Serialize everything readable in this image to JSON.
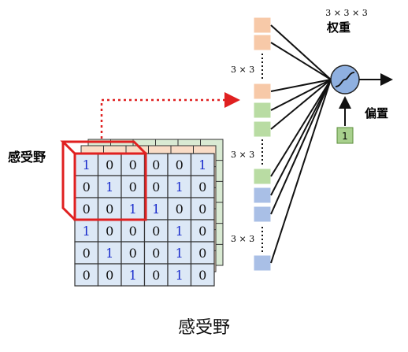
{
  "receptive_field_label": "感受野",
  "weights_dims": "3 × 3 × 3",
  "weights_label": "权重",
  "bias_label": "偏置",
  "bias_value": "1",
  "group_labels": [
    "3 × 3",
    "3 × 3",
    "3 × 3"
  ],
  "caption": "感受野",
  "matrix_front": [
    [
      "1",
      "0",
      "0",
      "0",
      "0",
      "1"
    ],
    [
      "0",
      "1",
      "0",
      "0",
      "1",
      "0"
    ],
    [
      "0",
      "0",
      "1",
      "1",
      "0",
      "0"
    ],
    [
      "1",
      "0",
      "0",
      "0",
      "1",
      "0"
    ],
    [
      "0",
      "1",
      "0",
      "0",
      "1",
      "0"
    ],
    [
      "0",
      "0",
      "1",
      "0",
      "1",
      "0"
    ]
  ],
  "highlight_ones": [
    [
      0,
      0
    ],
    [
      1,
      1
    ],
    [
      2,
      2
    ],
    [
      3,
      0
    ],
    [
      4,
      1
    ],
    [
      5,
      2
    ],
    [
      0,
      5
    ],
    [
      1,
      4
    ],
    [
      2,
      3
    ],
    [
      3,
      4
    ],
    [
      4,
      4
    ],
    [
      5,
      4
    ]
  ],
  "colors": {
    "layer_back": "#d9ead3",
    "layer_mid": "#f9dcc6",
    "layer_front": "#dce8f6",
    "grid_line": "#333333",
    "receptive_box": "#e02020",
    "arrow_dotted": "#e02020",
    "vec_orange": "#f7c9a8",
    "vec_green": "#b9dca3",
    "vec_blue": "#a9bfe6",
    "neuron": "#8fb0e0",
    "bias_box": "#a8d08d",
    "blue_one": "#1a2ccc"
  }
}
